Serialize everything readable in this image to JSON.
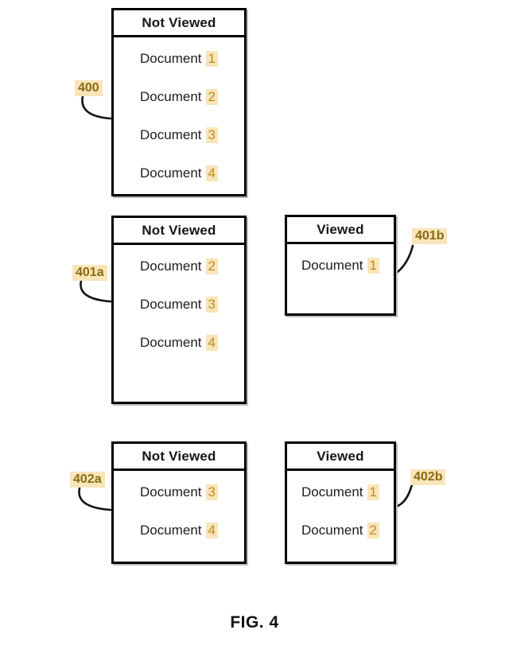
{
  "caption": "FIG. 4",
  "colors": {
    "box_border": "#000000",
    "ref_label_text": "#8a6a15",
    "document_number_text": "#bd8a28",
    "highlight_background": "#f8e5b8"
  },
  "boxes": [
    {
      "label": "400",
      "header": "Not Viewed",
      "items": [
        {
          "name": "Document",
          "num": "1"
        },
        {
          "name": "Document",
          "num": "2"
        },
        {
          "name": "Document",
          "num": "3"
        },
        {
          "name": "Document",
          "num": "4"
        }
      ]
    },
    {
      "label": "401a",
      "header": "Not Viewed",
      "items": [
        {
          "name": "Document",
          "num": "2"
        },
        {
          "name": "Document",
          "num": "3"
        },
        {
          "name": "Document",
          "num": "4"
        }
      ]
    },
    {
      "label": "401b",
      "header": "Viewed",
      "items": [
        {
          "name": "Document",
          "num": "1"
        }
      ]
    },
    {
      "label": "402a",
      "header": "Not Viewed",
      "items": [
        {
          "name": "Document",
          "num": "3"
        },
        {
          "name": "Document",
          "num": "4"
        }
      ]
    },
    {
      "label": "402b",
      "header": "Viewed",
      "items": [
        {
          "name": "Document",
          "num": "1"
        },
        {
          "name": "Document",
          "num": "2"
        }
      ]
    }
  ]
}
